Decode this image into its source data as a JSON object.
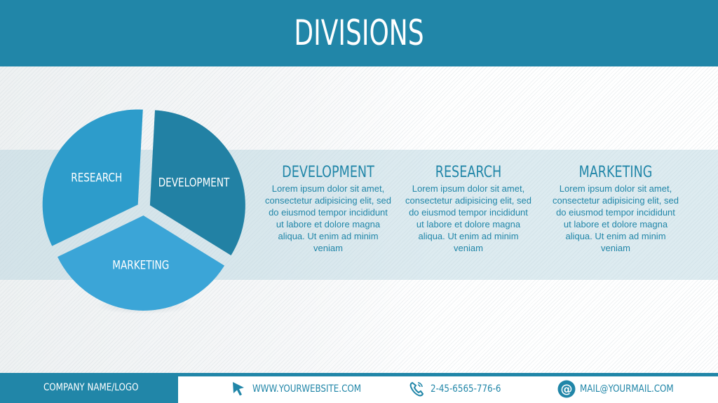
{
  "header": {
    "title": "DIVISIONS"
  },
  "chart_data": {
    "type": "pie",
    "slices": [
      {
        "label": "DEVELOPMENT",
        "value": 33,
        "color": "#2281a4"
      },
      {
        "label": "MARKETING",
        "value": 34,
        "color": "#3ba5d7"
      },
      {
        "label": "RESEARCH",
        "value": 33,
        "color": "#2d9ccb"
      }
    ],
    "exploded": true
  },
  "columns": [
    {
      "title": "DEVELOPMENT",
      "body": "Lorem ipsum dolor sit amet, consectetur adipisicing elit, sed do eiusmod tempor incididunt ut labore et dolore magna aliqua. Ut enim ad minim veniam"
    },
    {
      "title": "RESEARCH",
      "body": "Lorem ipsum dolor sit amet, consectetur adipisicing elit, sed do eiusmod tempor incididunt ut labore et dolore magna aliqua. Ut enim ad minim veniam"
    },
    {
      "title": "MARKETING",
      "body": "Lorem ipsum dolor sit amet, consectetur adipisicing elit, sed do eiusmod tempor incididunt ut labore et dolore magna aliqua. Ut enim ad minim veniam"
    }
  ],
  "footer": {
    "company": "COMPANY NAME/LOGO",
    "website": "WWW.YOURWEBSITE.COM",
    "phone": "2-45-6565-776-6",
    "email": "MAIL@YOURMAIL.COM",
    "icons": {
      "website": "cursor-icon",
      "phone": "phone-icon",
      "email": "at-sign-icon"
    }
  },
  "colors": {
    "primary": "#2186a8",
    "band": "#cfe3ea"
  }
}
